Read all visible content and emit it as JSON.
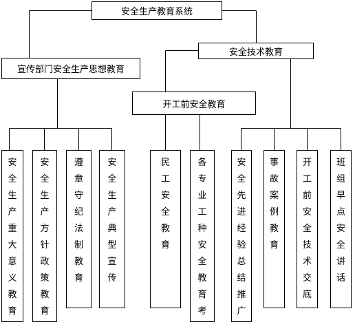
{
  "diagram": {
    "root": "安全生产教育系统",
    "left_branch": {
      "title": "宣传部门安全生产思想教育",
      "children": [
        "安全生产重大意义教育",
        "安全生产方针政策教育",
        "遵章守纪法制教育",
        "安全生产典型宣传"
      ]
    },
    "right_branch": {
      "title": "安全技术教育",
      "middle": {
        "title": "开工前安全教育",
        "children": [
          "民工安全教育",
          "各专业工种安全教育考核"
        ]
      },
      "children": [
        "安全先进经验总结推广",
        "事故案例教育",
        "开工前安全技术交底",
        "班组早点安全讲话"
      ]
    }
  }
}
